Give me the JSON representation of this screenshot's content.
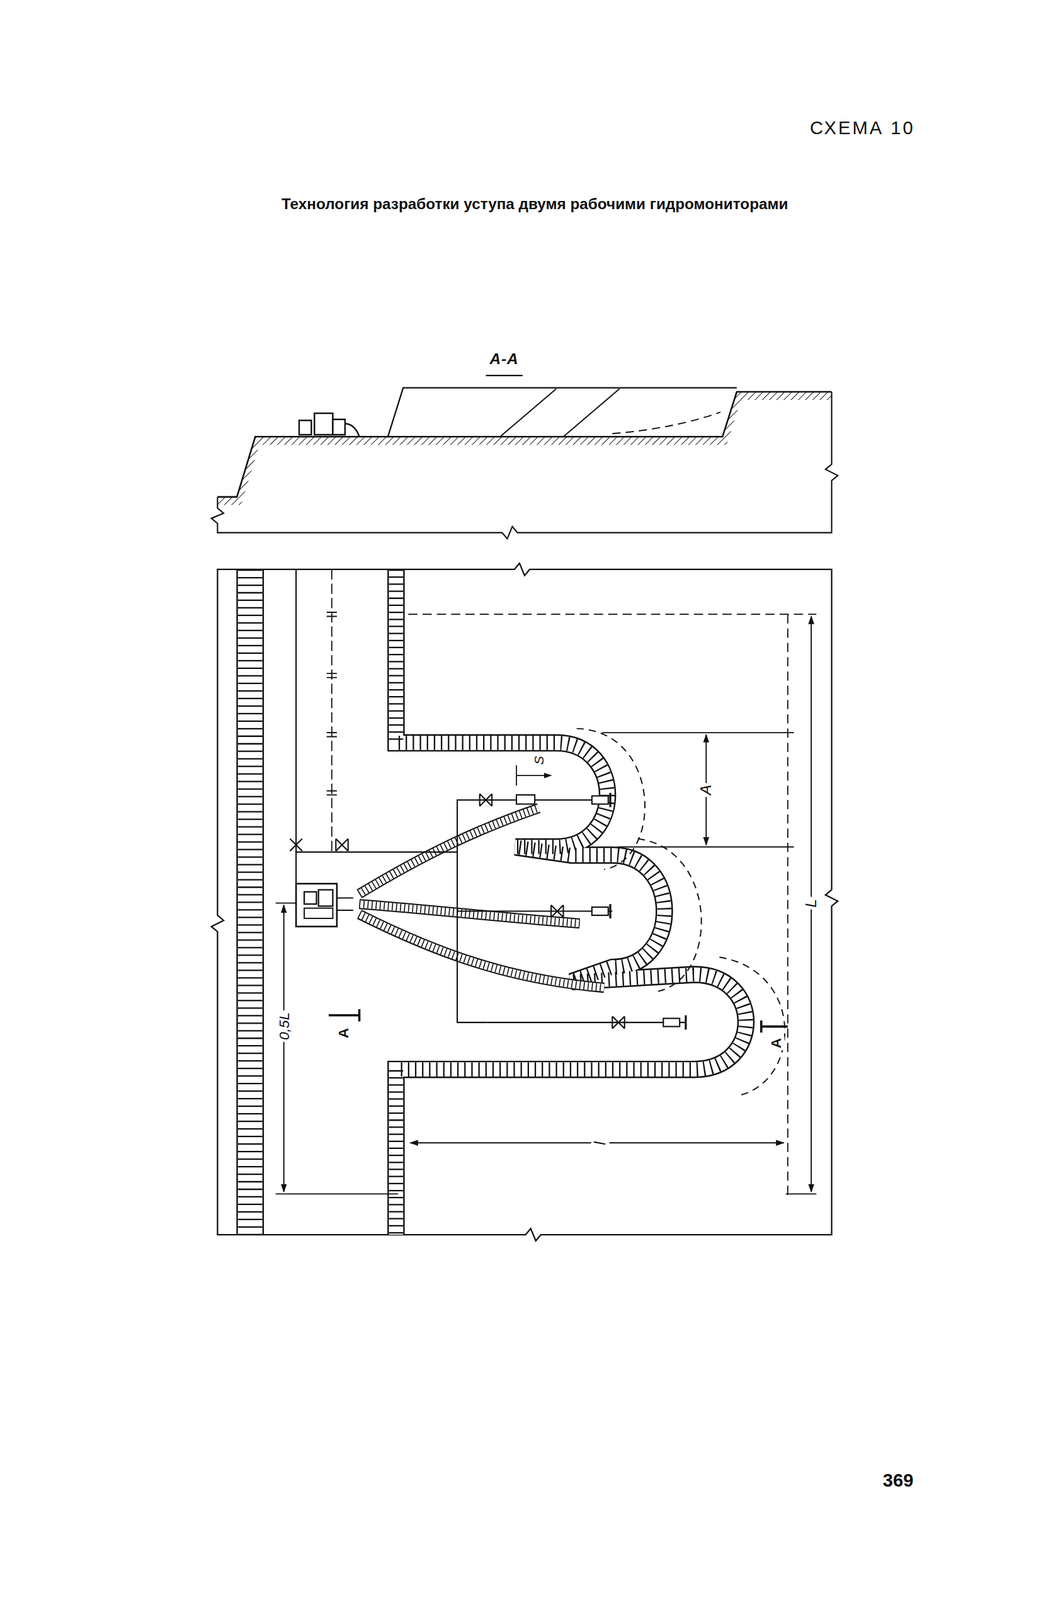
{
  "diagram": {
    "title": "Технология разработки уступа двумя рабочими гидромониторами",
    "labels": [
      "СХЕМА 10",
      "А-А",
      "S",
      "A",
      "L",
      "0,5L",
      "A",
      "A",
      "l",
      "369"
    ]
  }
}
